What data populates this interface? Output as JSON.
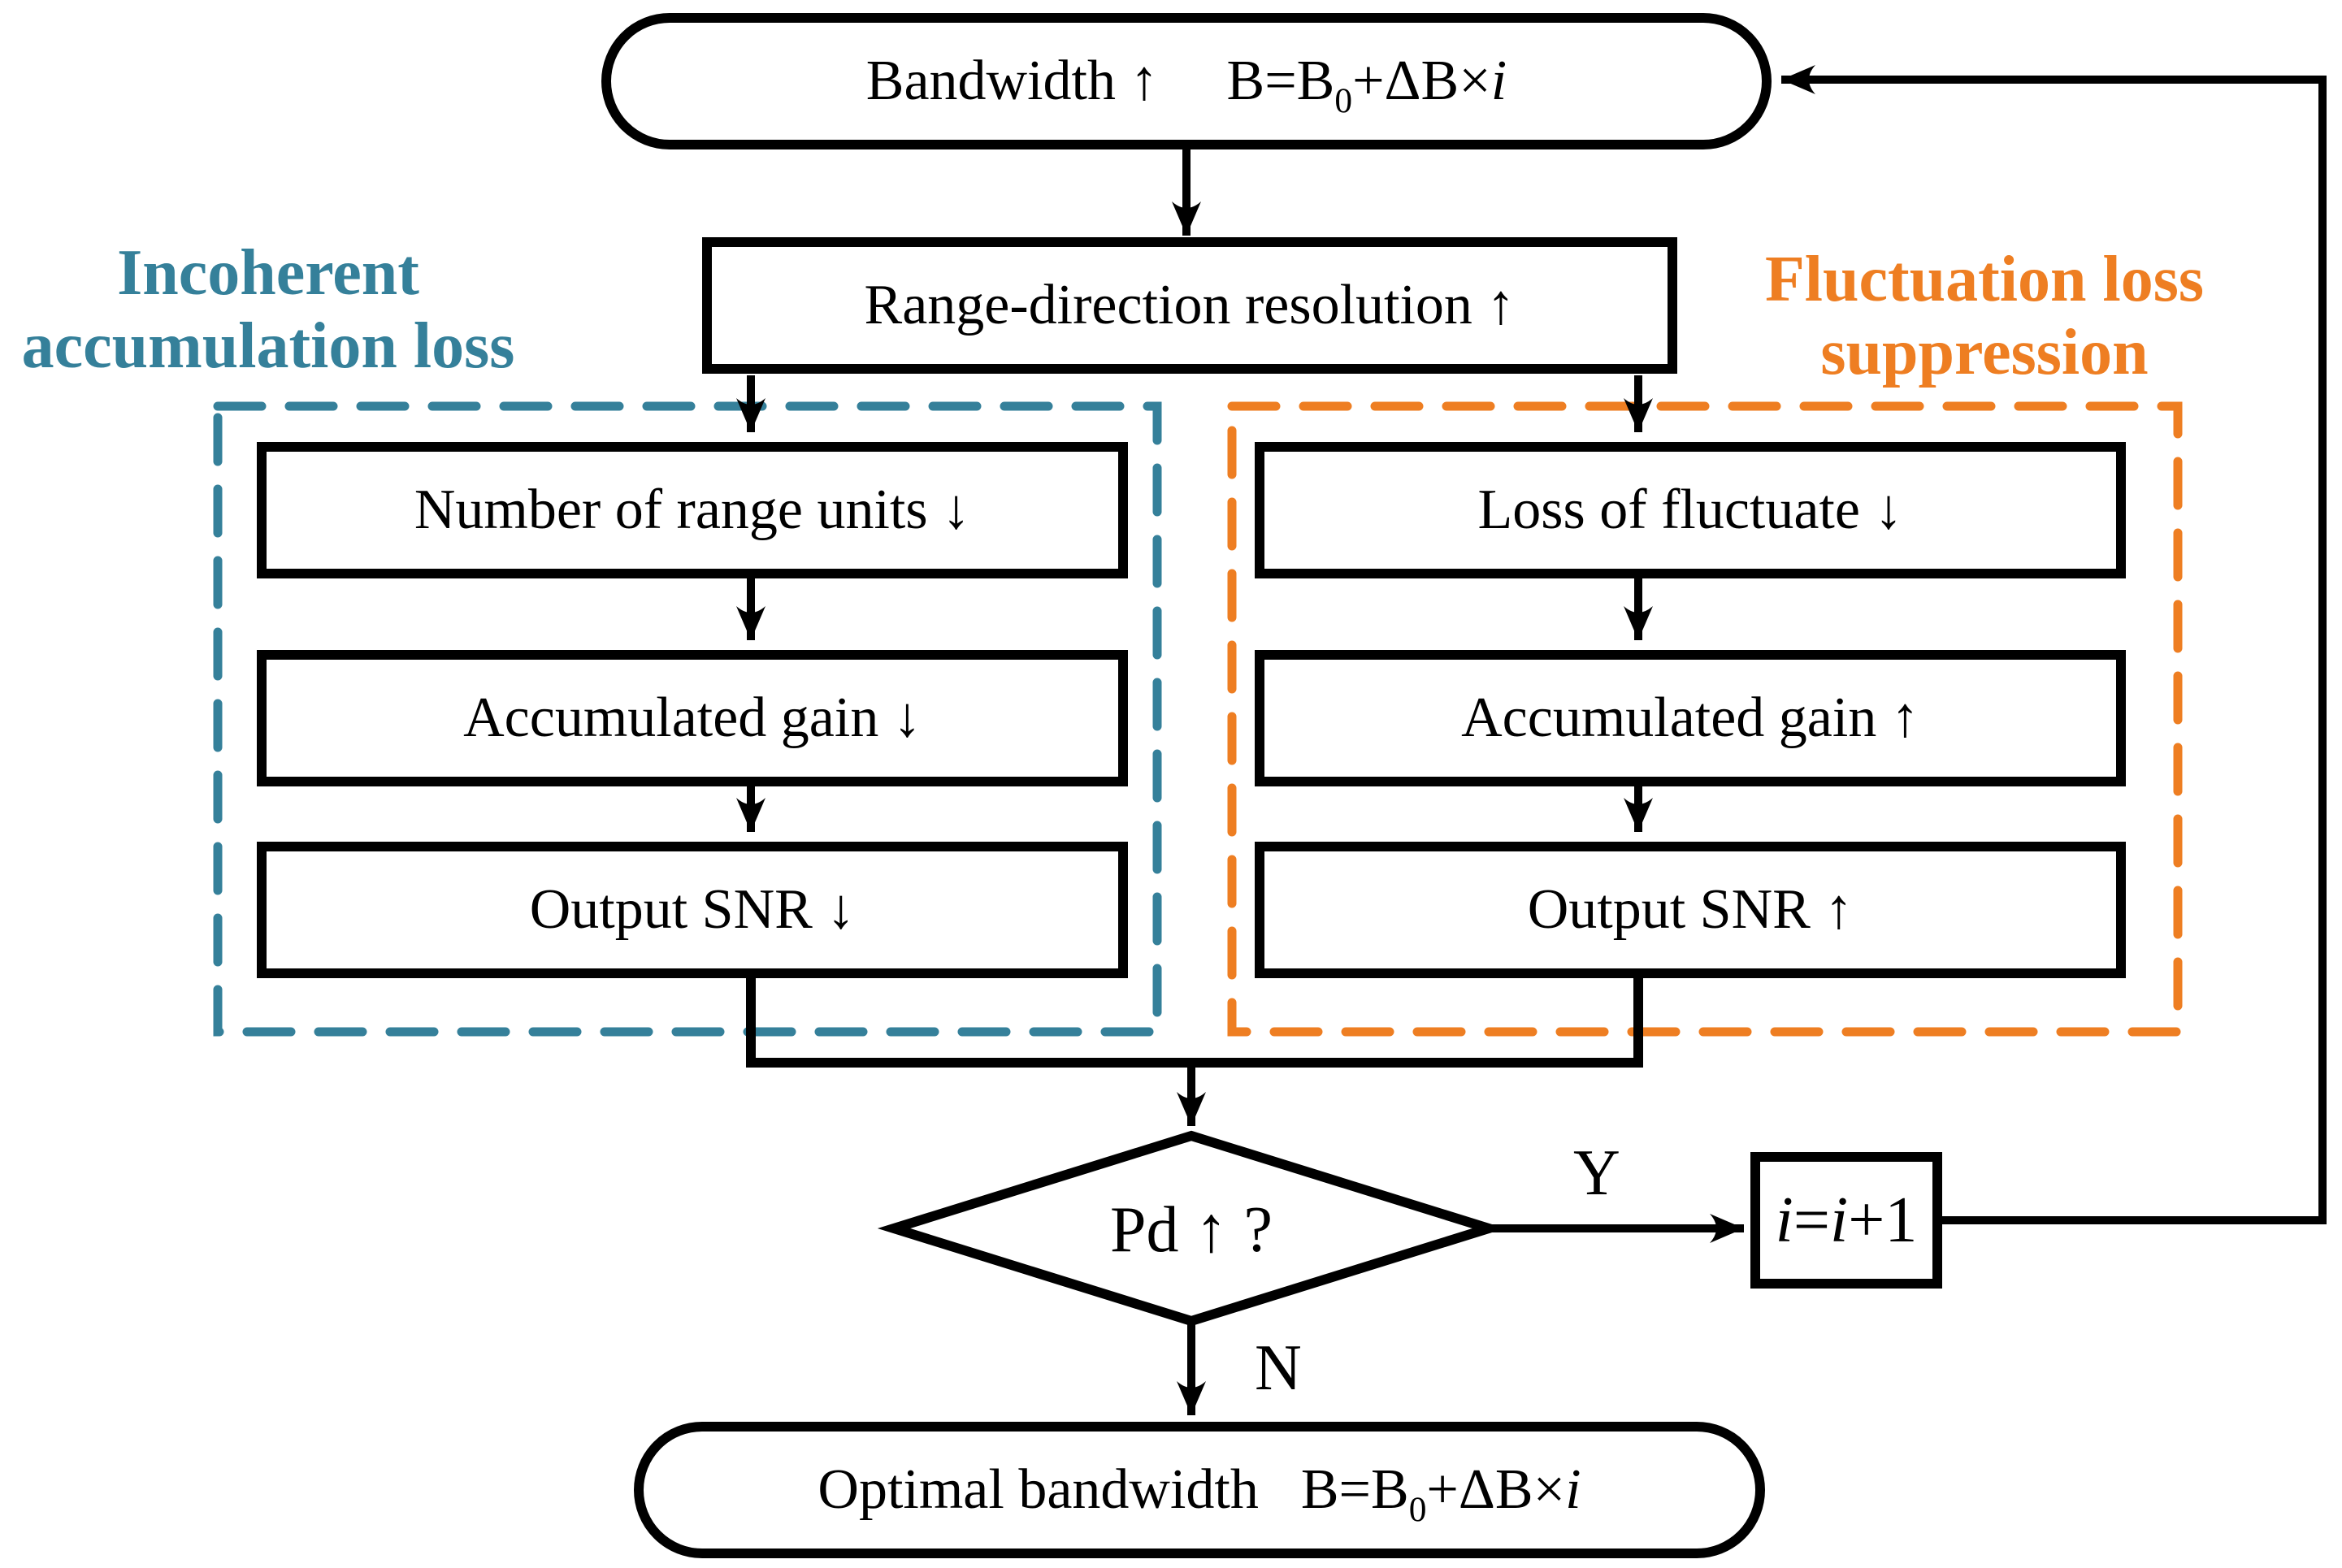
{
  "figure": {
    "type": "flowchart",
    "description_visible_nodes": 11
  },
  "colors": {
    "line": "#000000",
    "background": "#FFFFFF",
    "teal_group": "#35809A",
    "orange_group": "#EE7E22"
  },
  "nodes": {
    "start": {
      "label": "Bandwidth ↑",
      "formula": {
        "pre": "B=B",
        "sub": "0",
        "mid": "+ΔB×",
        "var": "i"
      }
    },
    "resolution": {
      "label": "Range-direction resolution ↑"
    },
    "left_group": {
      "title_line1": "Incoherent",
      "title_line2": "accumulation loss",
      "boxes": [
        "Number of range units ↓",
        "Accumulated gain ↓",
        "Output SNR ↓"
      ]
    },
    "right_group": {
      "title_line1": "Fluctuation loss",
      "title_line2": "suppression",
      "boxes": [
        "Loss of fluctuate ↓",
        "Accumulated gain ↑",
        "Output SNR ↑"
      ]
    },
    "decision": {
      "label": "Pd ↑ ?"
    },
    "branch_yes": "Y",
    "branch_no": "N",
    "increment": {
      "var1": "i",
      "eq": "=",
      "var2": "i",
      "plus": "+1"
    },
    "end": {
      "label": "Optimal bandwidth",
      "formula": {
        "pre": "B=B",
        "sub": "0",
        "mid": "+ΔB×",
        "var": "i"
      }
    }
  }
}
